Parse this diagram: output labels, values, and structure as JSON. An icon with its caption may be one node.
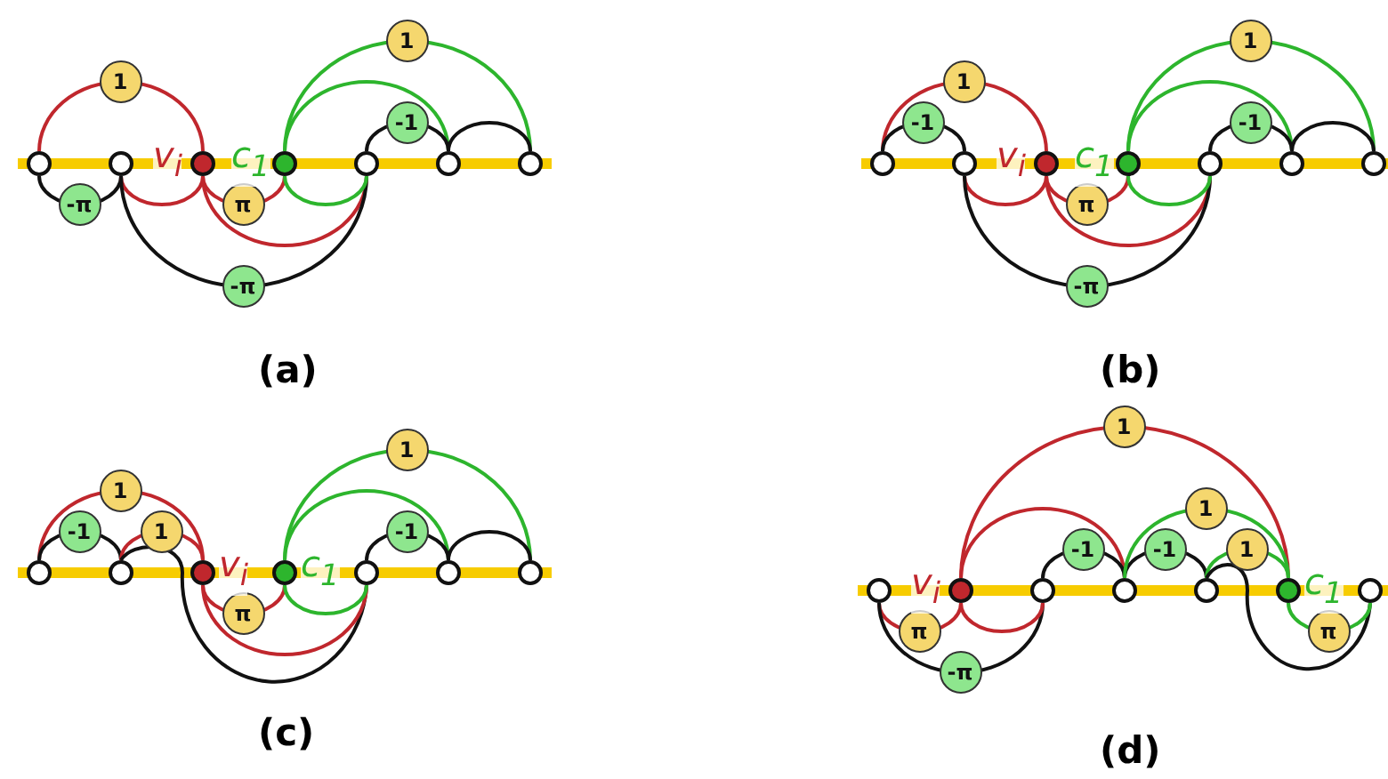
{
  "diagram": {
    "nodes": [
      {
        "text": [],
        "shape": "circle"
      },
      {
        "text": [],
        "shape": "circle"
      },
      {
        "text": [],
        "shape": "circle",
        "beside": [
          "v$_{i}$"
        ]
      },
      {
        "text": [],
        "shape": "circle",
        "beside": [
          "c$_{1}$"
        ]
      },
      {
        "text": [],
        "shape": "circle"
      },
      {
        "text": [],
        "shape": "circle"
      },
      {
        "text": [],
        "shape": "circle"
      },
      {
        "text": [],
        "shape": "circle"
      },
      {
        "text": [],
        "shape": "circle"
      },
      {
        "text": [],
        "shape": "circle",
        "beside": [
          "v$_{i}$"
        ]
      },
      {
        "text": [],
        "shape": "circle",
        "beside": [
          "c$_{1}$"
        ]
      },
      {
        "text": [],
        "shape": "circle"
      },
      {
        "text": [],
        "shape": "circle"
      },
      {
        "text": [],
        "shape": "circle"
      },
      {
        "text": [],
        "shape": "circle"
      },
      {
        "text": [],
        "shape": "circle"
      },
      {
        "text": [],
        "shape": "circle",
        "beside": [
          "v$_{i}$"
        ]
      },
      {
        "text": [],
        "shape": "circle",
        "beside": [
          "c$_{1}$"
        ]
      },
      {
        "text": [],
        "shape": "circle"
      },
      {
        "text": [],
        "shape": "circle"
      },
      {
        "text": [],
        "shape": "circle"
      },
      {
        "text": [],
        "shape": "circle"
      },
      {
        "text": [],
        "shape": "circle",
        "beside": [
          "v$_{i}$"
        ]
      },
      {
        "text": [],
        "shape": "circle"
      },
      {
        "text": [],
        "shape": "circle"
      },
      {
        "text": [],
        "shape": "circle"
      },
      {
        "text": [],
        "shape": "circle",
        "beside": [
          "c$_{1}$"
        ]
      },
      {
        "text": [],
        "shape": "circle"
      }
    ],
    "edges": [
      {
        "from": 0,
        "to": 2,
        "arrow": "none",
        "label": "1",
        "color": "#c0272d"
      },
      {
        "from": 0,
        "to": 1,
        "arrow": "none",
        "label": "-π",
        "color": "#111111"
      },
      {
        "from": 1,
        "to": 2,
        "arrow": "none",
        "color": "#c0272d"
      },
      {
        "from": 2,
        "to": 3,
        "arrow": "none",
        "label": "π",
        "color": "#c0272d"
      },
      {
        "from": 2,
        "to": 4,
        "arrow": "none",
        "color": "#c0272d"
      },
      {
        "from": 1,
        "to": 4,
        "arrow": "none",
        "label": "-π",
        "color": "#111111"
      },
      {
        "from": 3,
        "to": 4,
        "arrow": "none",
        "color": "#2db52d"
      },
      {
        "from": 3,
        "to": 5,
        "arrow": "none",
        "color": "#2db52d"
      },
      {
        "from": 3,
        "to": 6,
        "arrow": "none",
        "label": "1",
        "color": "#2db52d"
      },
      {
        "from": 4,
        "to": 5,
        "arrow": "none",
        "label": "-1",
        "color": "#111111"
      },
      {
        "from": 5,
        "to": 6,
        "arrow": "none",
        "color": "#111111"
      },
      {
        "from": 7,
        "to": 9,
        "arrow": "none",
        "label": "1",
        "color": "#c0272d"
      },
      {
        "from": 7,
        "to": 8,
        "arrow": "none",
        "label": "-1",
        "color": "#111111"
      },
      {
        "from": 8,
        "to": 9,
        "arrow": "none",
        "color": "#c0272d"
      },
      {
        "from": 9,
        "to": 10,
        "arrow": "none",
        "label": "π",
        "color": "#c0272d"
      },
      {
        "from": 9,
        "to": 11,
        "arrow": "none",
        "color": "#c0272d"
      },
      {
        "from": 8,
        "to": 11,
        "arrow": "none",
        "label": "-π",
        "color": "#111111"
      },
      {
        "from": 10,
        "to": 11,
        "arrow": "none",
        "color": "#2db52d"
      },
      {
        "from": 10,
        "to": 12,
        "arrow": "none",
        "color": "#2db52d"
      },
      {
        "from": 10,
        "to": 13,
        "arrow": "none",
        "label": "1",
        "color": "#2db52d"
      },
      {
        "from": 11,
        "to": 12,
        "arrow": "none",
        "label": "-1",
        "color": "#111111"
      },
      {
        "from": 12,
        "to": 13,
        "arrow": "none",
        "color": "#111111"
      },
      {
        "from": 14,
        "to": 16,
        "arrow": "none",
        "label": "1",
        "color": "#c0272d"
      },
      {
        "from": 14,
        "to": 15,
        "arrow": "none",
        "label": "-1",
        "color": "#111111"
      },
      {
        "from": 15,
        "to": 16,
        "arrow": "none",
        "label": "1",
        "color": "#c0272d"
      },
      {
        "from": 15,
        "to": 18,
        "arrow": "none",
        "color": "#111111"
      },
      {
        "from": 16,
        "to": 17,
        "arrow": "none",
        "label": "π",
        "color": "#c0272d"
      },
      {
        "from": 16,
        "to": 18,
        "arrow": "none",
        "color": "#c0272d"
      },
      {
        "from": 17,
        "to": 18,
        "arrow": "none",
        "color": "#2db52d"
      },
      {
        "from": 17,
        "to": 19,
        "arrow": "none",
        "color": "#2db52d"
      },
      {
        "from": 17,
        "to": 20,
        "arrow": "none",
        "label": "1",
        "color": "#2db52d"
      },
      {
        "from": 18,
        "to": 19,
        "arrow": "none",
        "label": "-1",
        "color": "#111111"
      },
      {
        "from": 19,
        "to": 20,
        "arrow": "none",
        "color": "#111111"
      },
      {
        "from": 22,
        "to": 26,
        "arrow": "none",
        "label": "1",
        "color": "#c0272d"
      },
      {
        "from": 22,
        "to": 24,
        "arrow": "none",
        "color": "#c0272d"
      },
      {
        "from": 21,
        "to": 22,
        "arrow": "none",
        "label": "π",
        "color": "#c0272d"
      },
      {
        "from": 21,
        "to": 23,
        "arrow": "none",
        "label": "-π",
        "color": "#111111"
      },
      {
        "from": 22,
        "to": 23,
        "arrow": "none",
        "color": "#c0272d"
      },
      {
        "from": 23,
        "to": 24,
        "arrow": "none",
        "label": "-1",
        "color": "#111111"
      },
      {
        "from": 24,
        "to": 25,
        "arrow": "none",
        "label": "-1",
        "color": "#111111"
      },
      {
        "from": 24,
        "to": 26,
        "arrow": "none",
        "label": "1",
        "color": "#2db52d"
      },
      {
        "from": 25,
        "to": 26,
        "arrow": "none",
        "label": "1",
        "color": "#2db52d"
      },
      {
        "from": 25,
        "to": 27,
        "arrow": "none",
        "color": "#111111"
      },
      {
        "from": 26,
        "to": 27,
        "arrow": "none",
        "label": "π",
        "color": "#2db52d"
      }
    ],
    "labels": [
      "(a)",
      "(b)",
      "(c)",
      "(d)"
    ]
  }
}
